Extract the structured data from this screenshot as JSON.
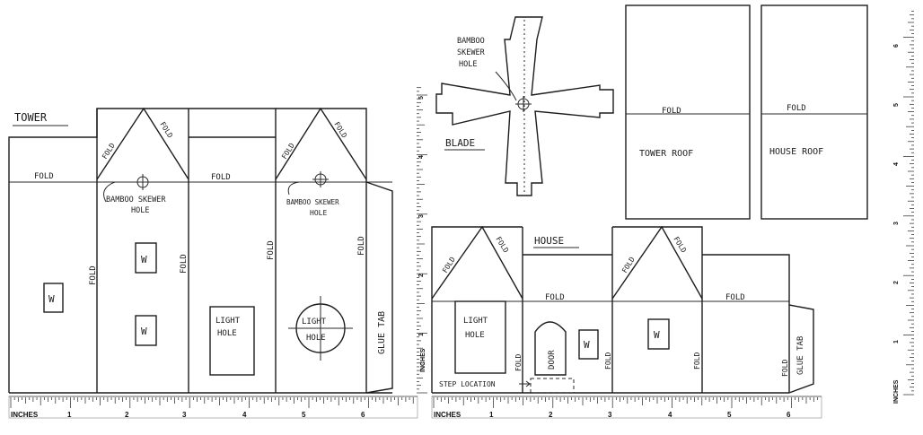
{
  "titles": {
    "tower": "TOWER",
    "blade": "BLADE",
    "house": "HOUSE",
    "tower_roof": "TOWER ROOF",
    "house_roof": "HOUSE ROOF"
  },
  "labels": {
    "fold": "FOLD",
    "window": "W",
    "light_hole_1": "LIGHT",
    "light_hole_2": "HOLE",
    "bamboo_1": "BAMBOO SKEWER",
    "bamboo_2": "HOLE",
    "blade_bamboo_1": "BAMBOO",
    "blade_bamboo_2": "SKEWER",
    "blade_bamboo_3": "HOLE",
    "glue_tab": "GLUE TAB",
    "door": "DOOR",
    "step_location": "STEP LOCATION"
  },
  "rulers": {
    "unit_label": "INCHES",
    "tower_ticks": [
      "1",
      "2",
      "3",
      "4",
      "5",
      "6"
    ],
    "house_ticks": [
      "1",
      "2",
      "3",
      "4",
      "5",
      "6"
    ],
    "vertical_ticks_blade": [
      "1",
      "2",
      "3",
      "4",
      "5"
    ],
    "vertical_ticks_right": [
      "1",
      "2",
      "3",
      "4",
      "5",
      "6"
    ],
    "vertical_label": "INCHES"
  }
}
